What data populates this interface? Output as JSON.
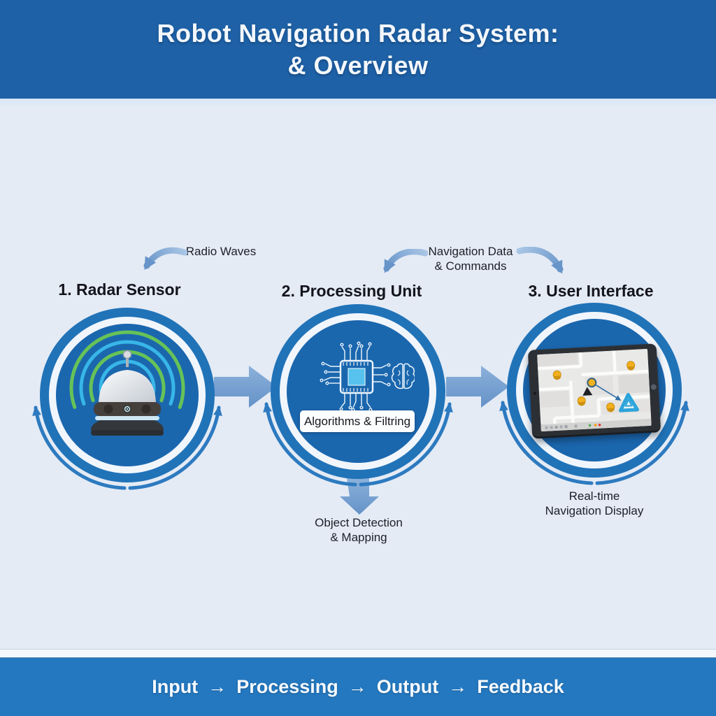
{
  "title": {
    "line1": "Robot Navigation Radar System:",
    "line2": "& Overview"
  },
  "stages": {
    "radar": {
      "heading": "1. Radar Sensor"
    },
    "processing": {
      "heading": "2. Processing Unit",
      "badge": "Algorithms & Filtring"
    },
    "ui": {
      "heading": "3. User Interface"
    }
  },
  "annotations": {
    "radio_waves": "Radio Waves",
    "nav_data_line1": "Navigation Data",
    "nav_data_line2": "& Commands",
    "object_detection_line1": "Object Detection",
    "object_detection_line2": "& Mapping",
    "realtime_line1": "Real-time",
    "realtime_line2": "Navigation Display"
  },
  "footer": {
    "items": [
      "Input",
      "Processing",
      "Output",
      "Feedback"
    ],
    "arrow": "→"
  },
  "icons": {
    "flow_arrow": "→",
    "radar_robot": "dome-robot-with-antenna",
    "radar_waves": "concentric-arcs",
    "cpu_chip": "circuit-chip",
    "brain": "brain-outline",
    "tablet_map": "navigation-map"
  },
  "colors": {
    "banner_top": "#1e61a6",
    "banner_bottom": "#2478bf",
    "background": "#e4ebf5",
    "circle_ring": "#2173b8",
    "circle_fill": "#1b67ae",
    "block_arrow": "#7aa3d2",
    "feedback_arrow": "#2d7ac0",
    "wave_green": "#67c258",
    "wave_cyan": "#38b6e8",
    "marker_gold": "#f2b01e",
    "route_line": "#2f6ea6",
    "heading_text": "#14141c",
    "banner_text": "#f3f7fb"
  }
}
